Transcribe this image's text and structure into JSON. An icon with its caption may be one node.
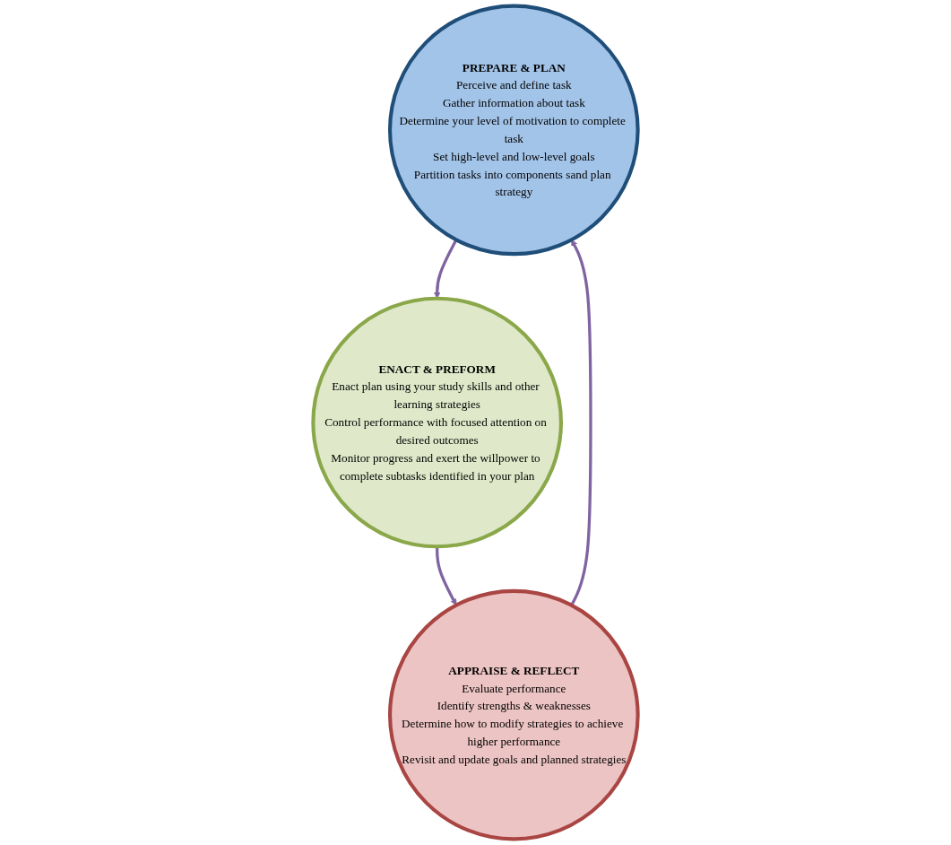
{
  "diagram": {
    "nodes": [
      {
        "text": [
          "PREPARE & PLAN",
          "Perceive and define task",
          "Gather information about task",
          "Determine your level of motivation to complete task",
          "Set high-level and low-level goals",
          "Partition tasks into components sand plan strategy"
        ]
      },
      {
        "text": [
          "ENACT & PREFORM",
          "Enact plan using your study skills and other learning strategies",
          "Control performance with focused attention on desired outcomes",
          "Monitor progress and exert the willpower to complete subtasks identified in your plan"
        ]
      },
      {
        "text": [
          "APPRAISE & REFLECT",
          "Evaluate performance",
          "Identify strengths & weaknesses",
          "Determine how to modify strategies to achieve higher performance",
          "Revisit and update goals and planned strategies"
        ]
      }
    ],
    "edges": [
      {
        "from": 0,
        "to": 1,
        "arrow": "to"
      },
      {
        "from": 1,
        "to": 2,
        "arrow": "to"
      },
      {
        "from": 2,
        "to": 0,
        "arrow": "to"
      }
    ]
  }
}
